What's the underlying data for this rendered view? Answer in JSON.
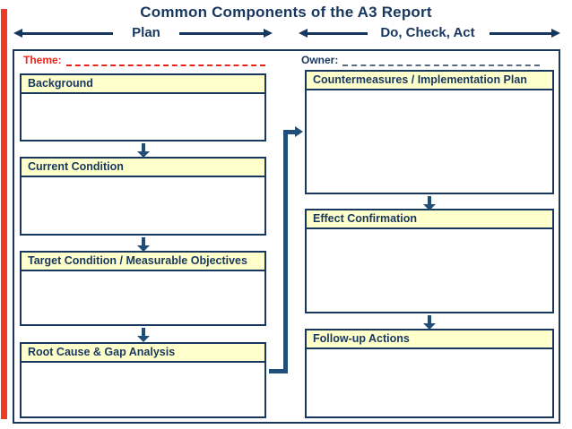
{
  "header": {
    "title": "Common Components of the A3 Report",
    "plan_label": "Plan",
    "do_check_act_label": "Do, Check, Act"
  },
  "form": {
    "theme_label": "Theme:",
    "owner_label": "Owner:"
  },
  "plan_column": {
    "boxes": [
      {
        "label": "Background"
      },
      {
        "label": "Current Condition"
      },
      {
        "label": "Target Condition / Measurable Objectives"
      },
      {
        "label": "Root Cause & Gap Analysis"
      }
    ]
  },
  "do_check_act_column": {
    "boxes": [
      {
        "label": "Countermeasures / Implementation Plan"
      },
      {
        "label": "Effect Confirmation"
      },
      {
        "label": "Follow-up Actions"
      }
    ]
  },
  "colors": {
    "navy": "#17375E",
    "arrow_navy": "#1F4E79",
    "red_accent": "#EE3B25",
    "theme_red": "#E8251C",
    "box_header_yellow": "#FFFFCC",
    "owner_line": "#5A6B80"
  }
}
